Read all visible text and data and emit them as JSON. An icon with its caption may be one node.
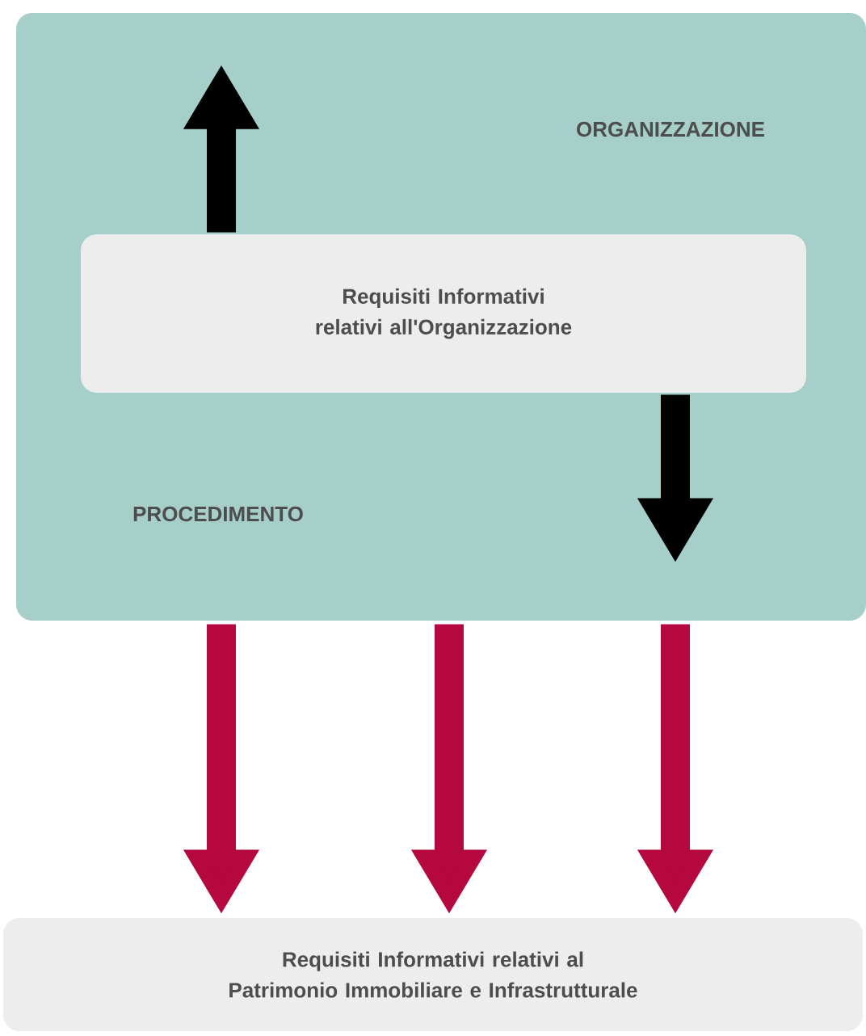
{
  "diagram": {
    "nodes": [
      {
        "text": [
          "ORGANIZZAZIONE",
          "PROCEDIMENTO"
        ]
      },
      {
        "text": [
          "Requisiti Informativi relativi all'Organizzazione"
        ],
        "in": 0
      },
      {
        "text": [
          "Requisiti Informativi relativi al Patrimonio Immobiliare e Infrastrutturale"
        ]
      }
    ],
    "edges": [
      {
        "from": 1,
        "to": null,
        "arrow": "to",
        "color": "#000000"
      },
      {
        "from": 1,
        "to": null,
        "arrow": "to",
        "color": "#000000"
      },
      {
        "from": 0,
        "to": 2,
        "arrow": "to"
      },
      {
        "from": 0,
        "to": 2,
        "arrow": "to"
      },
      {
        "from": 0,
        "to": 2,
        "arrow": "to"
      }
    ]
  }
}
